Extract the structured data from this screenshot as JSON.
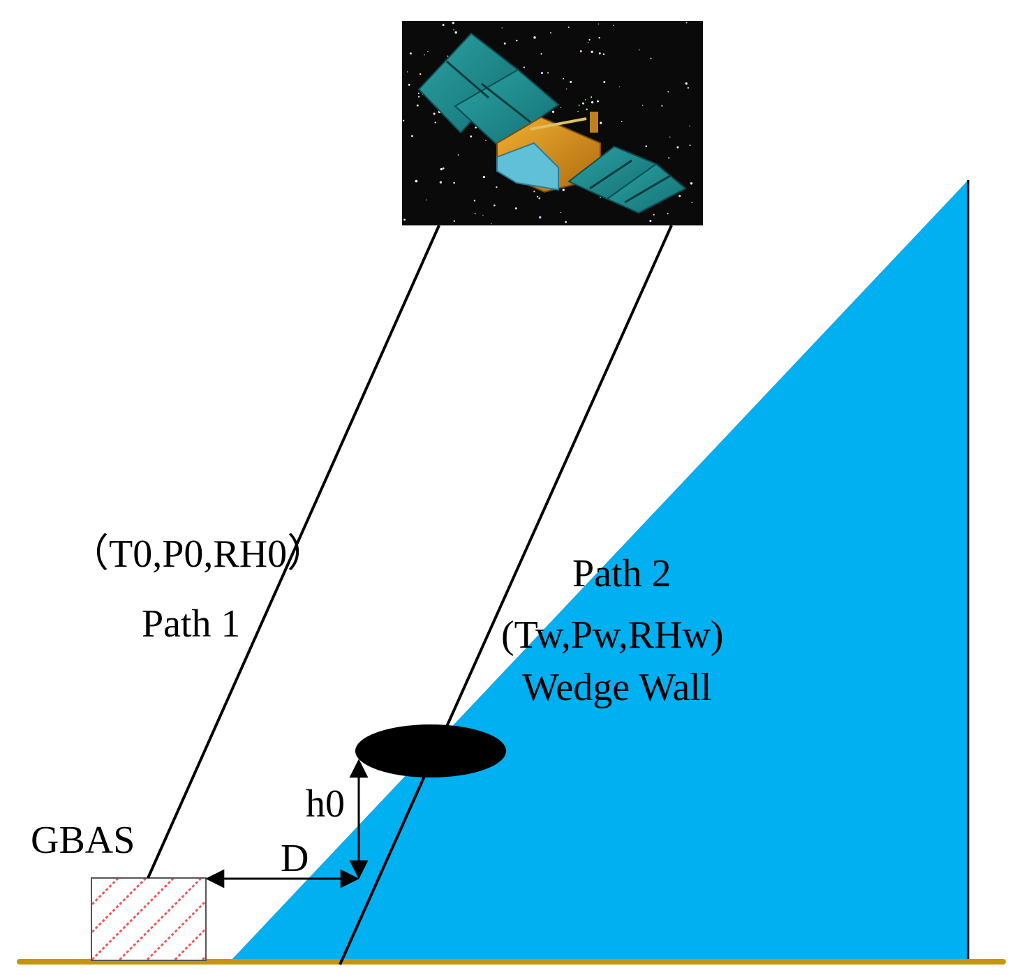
{
  "labels": {
    "tuple_path1": "（T0,P0,RH0）",
    "path1": "Path 1",
    "path2": "Path 2",
    "tuple_path2": "(Tw,Pw,RHw)",
    "wedge_wall": "Wedge Wall",
    "gbas": "GBAS",
    "h0": "h0",
    "d": "D"
  },
  "colors": {
    "wedge": "#00b0f0",
    "ground": "#c8940a",
    "space": "#0a0a0a",
    "panel": "#1f8f8f",
    "body": "#d89020",
    "hatch": "#e85a5a"
  },
  "icons": {
    "satellite": "satellite-icon",
    "obstacle": "obstacle-ellipse",
    "station": "gbas-station-box"
  }
}
